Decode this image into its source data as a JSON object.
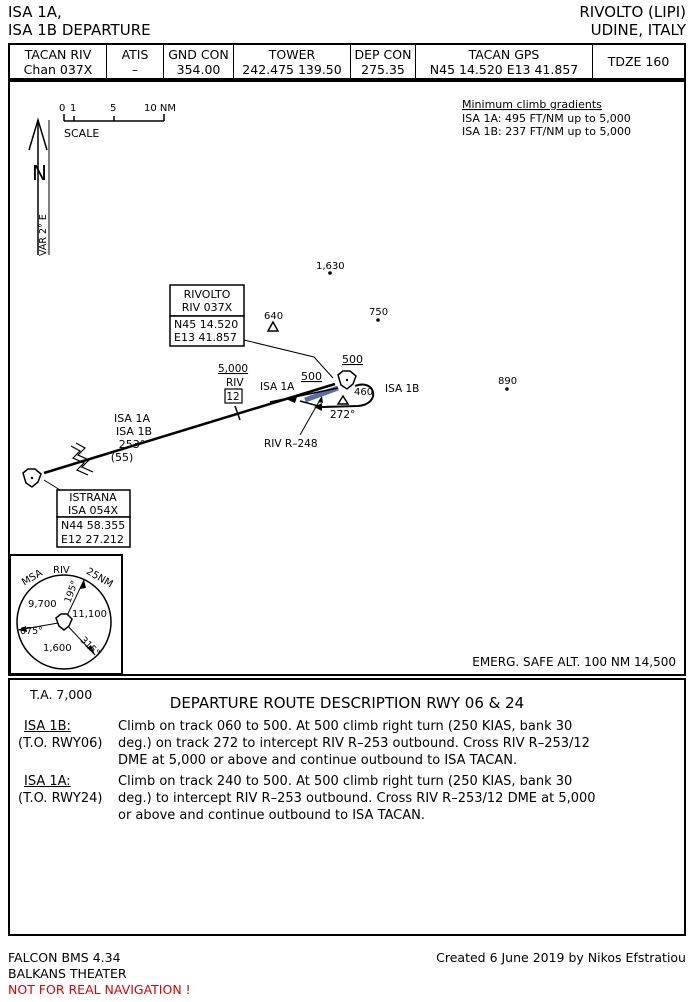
{
  "header": {
    "title_line1": "ISA 1A,",
    "title_line2": "ISA 1B DEPARTURE",
    "airport_line1": "RIVOLTO (LIPI)",
    "airport_line2": "UDINE, ITALY"
  },
  "freqs": [
    {
      "label": "TACAN RIV",
      "value": "Chan 037X"
    },
    {
      "label": "ATIS",
      "value": "–"
    },
    {
      "label": "GND CON",
      "value": "354.00"
    },
    {
      "label": "TOWER",
      "value": "242.475 139.50"
    },
    {
      "label": "DEP CON",
      "value": "275.35"
    },
    {
      "label": "TACAN GPS",
      "value": "N45 14.520 E13 41.857"
    },
    {
      "label": "TDZE 160",
      "value": ""
    }
  ],
  "map": {
    "scale_labels": [
      "0",
      "1",
      "5",
      "10 NM"
    ],
    "scale_title": "SCALE",
    "north": "N",
    "variation": "VAR 2° E",
    "climb_title": "Minimum climb gradients",
    "climb_1a": "ISA 1A:  495 FT/NM up to 5,000",
    "climb_1b": "ISA 1B:  237 FT/NM up to 5,000",
    "spots": [
      "1,630",
      "640",
      "750",
      "890"
    ],
    "rivolto_box": {
      "name": "RIVOLTO",
      "id": "RIV 037X",
      "lat": "N45 14.520",
      "lon": "E13 41.857"
    },
    "istrana_box": {
      "name": "ISTRANA",
      "id": "ISA 054X",
      "lat": "N44 58.355",
      "lon": "E12 27.212"
    },
    "fix_alt": "5,000",
    "fix_nav": "RIV",
    "fix_dme": "12",
    "route_lines": [
      "ISA 1A",
      "ISA 1B",
      "253°",
      "(55)"
    ],
    "alt_500_a": "500",
    "alt_500_b": "500",
    "isa1a_label": "ISA 1A",
    "isa1b_label": "ISA 1B",
    "hdg_272": "272°",
    "alt_460": "460",
    "radial": "RIV R–248",
    "msa": {
      "title": "MSA",
      "nav": "RIV",
      "radius": "25NM",
      "sectors": [
        "9,700",
        "11,100",
        "1,600"
      ],
      "bearings": [
        "195°",
        "075°",
        "315°"
      ]
    },
    "emerg": "EMERG. SAFE ALT. 100 NM 14,500"
  },
  "description": {
    "ta": "T.A. 7,000",
    "title": "DEPARTURE ROUTE DESCRIPTION RWY 06 & 24",
    "routes": [
      {
        "name": "ISA 1B:",
        "sub": "(T.O. RWY06)",
        "lines": [
          "Climb on track 060 to 500. At 500 climb right turn (250 KIAS, bank 30",
          "deg.) on track 272 to intercept RIV R–253 outbound. Cross RIV R–253/12",
          "DME at 5,000 or above and continue outbound to ISA TACAN."
        ]
      },
      {
        "name": "ISA 1A:",
        "sub": "(T.O. RWY24)",
        "lines": [
          "Climb on track 240 to 500. At 500 climb right turn (250 KIAS, bank 30",
          "deg.) to intercept RIV R–253 outbound. Cross RIV R–253/12 DME at 5,000",
          "or above and continue outbound to ISA TACAN."
        ]
      }
    ]
  },
  "footer": {
    "sim": "FALCON BMS 4.34",
    "theater": "BALKANS THEATER",
    "warning": "NOT FOR REAL NAVIGATION !",
    "credit": "Created 6 June 2019 by Nikos Efstratiou",
    "warning_color": "#e00000"
  }
}
